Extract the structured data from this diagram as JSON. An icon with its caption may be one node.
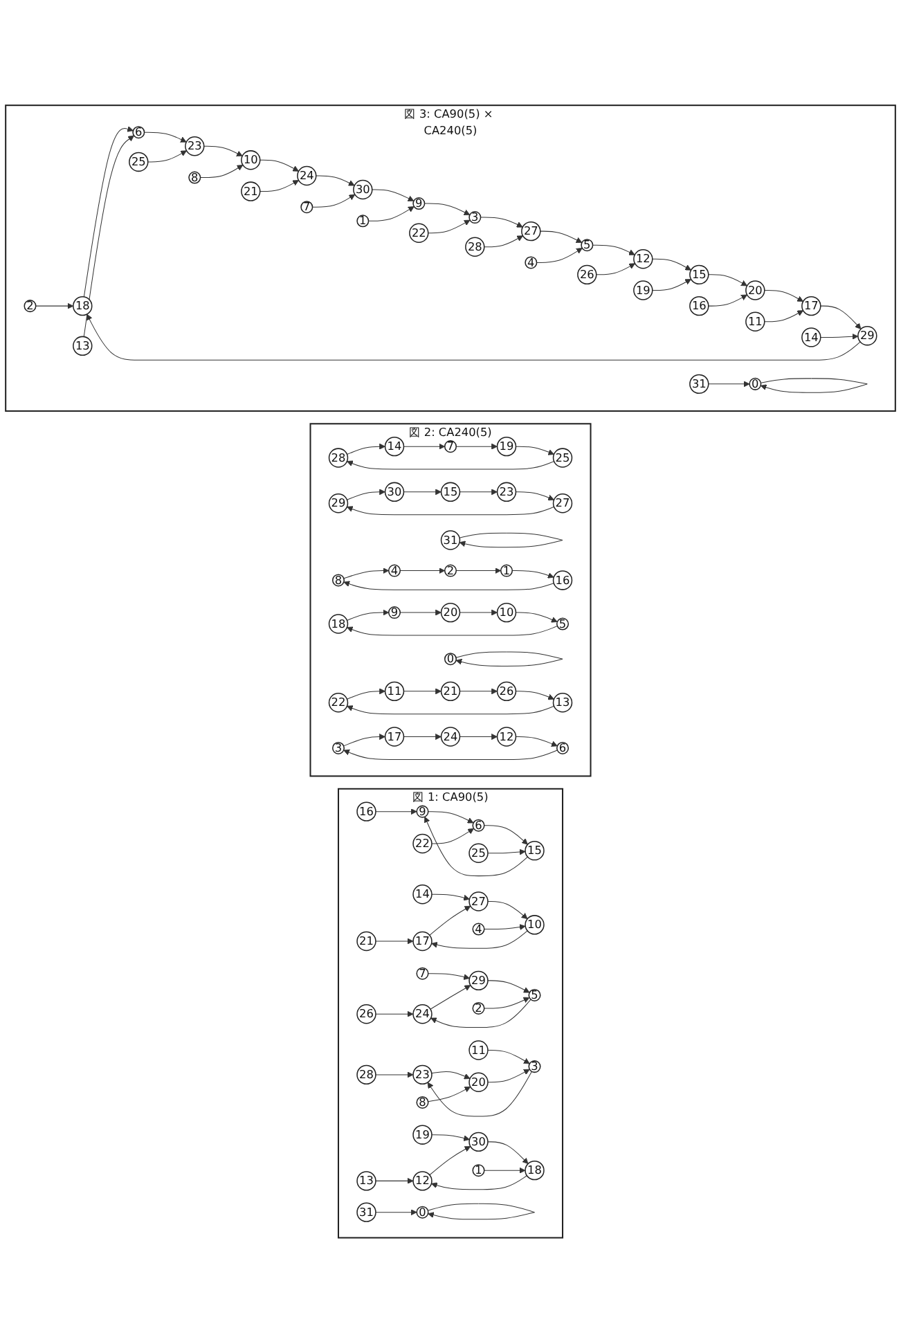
{
  "diagram": {
    "nodes": [
      {
        "text": [
          "図 1: CA90(5)"
        ]
      },
      {
        "text": [
          "16"
        ],
        "in": 0
      },
      {
        "text": [
          "9"
        ],
        "in": 0
      },
      {
        "text": [
          "15"
        ],
        "in": 0
      },
      {
        "text": [
          "6"
        ],
        "in": 0
      },
      {
        "text": [
          "25"
        ],
        "in": 0
      },
      {
        "text": [
          "22"
        ],
        "in": 0
      },
      {
        "text": [
          "21"
        ],
        "in": 0
      },
      {
        "text": [
          "14"
        ],
        "in": 0
      },
      {
        "text": [
          "17"
        ],
        "in": 0
      },
      {
        "text": [
          "27"
        ],
        "in": 0
      },
      {
        "text": [
          "10"
        ],
        "in": 0
      },
      {
        "text": [
          "4"
        ],
        "in": 0
      },
      {
        "text": [
          "26"
        ],
        "in": 0
      },
      {
        "text": [
          "7"
        ],
        "in": 0
      },
      {
        "text": [
          "24"
        ],
        "in": 0
      },
      {
        "text": [
          "29"
        ],
        "in": 0
      },
      {
        "text": [
          "5"
        ],
        "in": 0
      },
      {
        "text": [
          "2"
        ],
        "in": 0
      },
      {
        "text": [
          "28"
        ],
        "in": 0
      },
      {
        "text": [
          "11"
        ],
        "in": 0
      },
      {
        "text": [
          "23"
        ],
        "in": 0
      },
      {
        "text": [
          "3"
        ],
        "in": 0
      },
      {
        "text": [
          "20"
        ],
        "in": 0
      },
      {
        "text": [
          "8"
        ],
        "in": 0
      },
      {
        "text": [
          "13"
        ],
        "in": 0
      },
      {
        "text": [
          "19"
        ],
        "in": 0
      },
      {
        "text": [
          "12"
        ],
        "in": 0
      },
      {
        "text": [
          "30"
        ],
        "in": 0
      },
      {
        "text": [
          "18"
        ],
        "in": 0
      },
      {
        "text": [
          "1"
        ],
        "in": 0
      },
      {
        "text": [
          "31"
        ],
        "in": 0
      },
      {
        "text": [
          "0"
        ],
        "in": 0
      },
      {
        "text": [
          "図 2: CA240(5)"
        ]
      },
      {
        "text": [
          "28"
        ],
        "in": 33
      },
      {
        "text": [
          "25"
        ],
        "in": 33
      },
      {
        "text": [
          "14"
        ],
        "in": 33
      },
      {
        "text": [
          "19"
        ],
        "in": 33
      },
      {
        "text": [
          "7"
        ],
        "in": 33
      },
      {
        "text": [
          "29"
        ],
        "in": 33
      },
      {
        "text": [
          "30"
        ],
        "in": 33
      },
      {
        "text": [
          "27"
        ],
        "in": 33
      },
      {
        "text": [
          "15"
        ],
        "in": 33
      },
      {
        "text": [
          "23"
        ],
        "in": 33
      },
      {
        "text": [
          "31"
        ],
        "in": 33
      },
      {
        "text": [
          "8"
        ],
        "in": 33
      },
      {
        "text": [
          "16"
        ],
        "in": 33
      },
      {
        "text": [
          "4"
        ],
        "in": 33
      },
      {
        "text": [
          "1"
        ],
        "in": 33
      },
      {
        "text": [
          "2"
        ],
        "in": 33
      },
      {
        "text": [
          "18"
        ],
        "in": 33
      },
      {
        "text": [
          "9"
        ],
        "in": 33
      },
      {
        "text": [
          "5"
        ],
        "in": 33
      },
      {
        "text": [
          "20"
        ],
        "in": 33
      },
      {
        "text": [
          "10"
        ],
        "in": 33
      },
      {
        "text": [
          "0"
        ],
        "in": 33
      },
      {
        "text": [
          "22"
        ],
        "in": 33
      },
      {
        "text": [
          "13"
        ],
        "in": 33
      },
      {
        "text": [
          "11"
        ],
        "in": 33
      },
      {
        "text": [
          "26"
        ],
        "in": 33
      },
      {
        "text": [
          "21"
        ],
        "in": 33
      },
      {
        "text": [
          "3"
        ],
        "in": 33
      },
      {
        "text": [
          "6"
        ],
        "in": 33
      },
      {
        "text": [
          "17"
        ],
        "in": 33
      },
      {
        "text": [
          "12"
        ],
        "in": 33
      },
      {
        "text": [
          "24"
        ],
        "in": 33
      },
      {
        "text": [
          "図 3: CA90(5) × CA240(5)"
        ]
      },
      {
        "text": [
          "18"
        ],
        "in": 66
      },
      {
        "text": [
          "6"
        ],
        "in": 66
      },
      {
        "text": [
          "23"
        ],
        "in": 66
      },
      {
        "text": [
          "10"
        ],
        "in": 66
      },
      {
        "text": [
          "24"
        ],
        "in": 66
      },
      {
        "text": [
          "30"
        ],
        "in": 66
      },
      {
        "text": [
          "9"
        ],
        "in": 66
      },
      {
        "text": [
          "3"
        ],
        "in": 66
      },
      {
        "text": [
          "27"
        ],
        "in": 66
      },
      {
        "text": [
          "5"
        ],
        "in": 66
      },
      {
        "text": [
          "12"
        ],
        "in": 66
      },
      {
        "text": [
          "15"
        ],
        "in": 66
      },
      {
        "text": [
          "20"
        ],
        "in": 66
      },
      {
        "text": [
          "17"
        ],
        "in": 66
      },
      {
        "text": [
          "29"
        ],
        "in": 66
      },
      {
        "text": [
          "2"
        ],
        "in": 66
      },
      {
        "text": [
          "13"
        ],
        "in": 66
      },
      {
        "text": [
          "25"
        ],
        "in": 66
      },
      {
        "text": [
          "8"
        ],
        "in": 66
      },
      {
        "text": [
          "21"
        ],
        "in": 66
      },
      {
        "text": [
          "7"
        ],
        "in": 66
      },
      {
        "text": [
          "1"
        ],
        "in": 66
      },
      {
        "text": [
          "22"
        ],
        "in": 66
      },
      {
        "text": [
          "28"
        ],
        "in": 66
      },
      {
        "text": [
          "4"
        ],
        "in": 66
      },
      {
        "text": [
          "26"
        ],
        "in": 66
      },
      {
        "text": [
          "19"
        ],
        "in": 66
      },
      {
        "text": [
          "16"
        ],
        "in": 66
      },
      {
        "text": [
          "11"
        ],
        "in": 66
      },
      {
        "text": [
          "14"
        ],
        "in": 66
      },
      {
        "text": [
          "31"
        ],
        "in": 66
      },
      {
        "text": [
          "0"
        ],
        "in": 66
      }
    ],
    "edges": [
      {
        "from": 1,
        "to": 2,
        "arrow": "to"
      },
      {
        "from": 2,
        "to": 4,
        "arrow": "to"
      },
      {
        "from": 4,
        "to": 3,
        "arrow": "to"
      },
      {
        "from": 3,
        "to": 2,
        "arrow": "to"
      },
      {
        "from": 5,
        "to": 3,
        "arrow": "to"
      },
      {
        "from": 6,
        "to": 4,
        "arrow": "to"
      },
      {
        "from": 7,
        "to": 9,
        "arrow": "to"
      },
      {
        "from": 8,
        "to": 10,
        "arrow": "to"
      },
      {
        "from": 9,
        "to": 10,
        "arrow": "to"
      },
      {
        "from": 10,
        "to": 11,
        "arrow": "to"
      },
      {
        "from": 11,
        "to": 9,
        "arrow": "to"
      },
      {
        "from": 12,
        "to": 11,
        "arrow": "to"
      },
      {
        "from": 13,
        "to": 15,
        "arrow": "to"
      },
      {
        "from": 14,
        "to": 16,
        "arrow": "to"
      },
      {
        "from": 15,
        "to": 16,
        "arrow": "to"
      },
      {
        "from": 16,
        "to": 17,
        "arrow": "to"
      },
      {
        "from": 17,
        "to": 15,
        "arrow": "to"
      },
      {
        "from": 18,
        "to": 17,
        "arrow": "to"
      },
      {
        "from": 19,
        "to": 21,
        "arrow": "to"
      },
      {
        "from": 20,
        "to": 22,
        "arrow": "to"
      },
      {
        "from": 22,
        "to": 21,
        "arrow": "to"
      },
      {
        "from": 21,
        "to": 23,
        "arrow": "to"
      },
      {
        "from": 23,
        "to": 22,
        "arrow": "to"
      },
      {
        "from": 24,
        "to": 23,
        "arrow": "to"
      },
      {
        "from": 25,
        "to": 27,
        "arrow": "to"
      },
      {
        "from": 26,
        "to": 28,
        "arrow": "to"
      },
      {
        "from": 27,
        "to": 28,
        "arrow": "to"
      },
      {
        "from": 28,
        "to": 29,
        "arrow": "to"
      },
      {
        "from": 29,
        "to": 27,
        "arrow": "to"
      },
      {
        "from": 30,
        "to": 29,
        "arrow": "to"
      },
      {
        "from": 31,
        "to": 32,
        "arrow": "to"
      },
      {
        "from": 32,
        "to": 32,
        "arrow": "to"
      },
      {
        "from": 36,
        "to": 38,
        "arrow": "to"
      },
      {
        "from": 38,
        "to": 37,
        "arrow": "to"
      },
      {
        "from": 37,
        "to": 35,
        "arrow": "to"
      },
      {
        "from": 35,
        "to": 34,
        "arrow": "to"
      },
      {
        "from": 34,
        "to": 36,
        "arrow": "to"
      },
      {
        "from": 39,
        "to": 40,
        "arrow": "to"
      },
      {
        "from": 40,
        "to": 42,
        "arrow": "to"
      },
      {
        "from": 42,
        "to": 43,
        "arrow": "to"
      },
      {
        "from": 43,
        "to": 41,
        "arrow": "to"
      },
      {
        "from": 41,
        "to": 39,
        "arrow": "to"
      },
      {
        "from": 44,
        "to": 44,
        "arrow": "to"
      },
      {
        "from": 45,
        "to": 47,
        "arrow": "to"
      },
      {
        "from": 47,
        "to": 49,
        "arrow": "to"
      },
      {
        "from": 49,
        "to": 48,
        "arrow": "to"
      },
      {
        "from": 48,
        "to": 46,
        "arrow": "to"
      },
      {
        "from": 46,
        "to": 45,
        "arrow": "to"
      },
      {
        "from": 50,
        "to": 51,
        "arrow": "to"
      },
      {
        "from": 51,
        "to": 53,
        "arrow": "to"
      },
      {
        "from": 53,
        "to": 54,
        "arrow": "to"
      },
      {
        "from": 54,
        "to": 52,
        "arrow": "to"
      },
      {
        "from": 52,
        "to": 50,
        "arrow": "to"
      },
      {
        "from": 55,
        "to": 55,
        "arrow": "to"
      },
      {
        "from": 56,
        "to": 58,
        "arrow": "to"
      },
      {
        "from": 58,
        "to": 60,
        "arrow": "to"
      },
      {
        "from": 60,
        "to": 59,
        "arrow": "to"
      },
      {
        "from": 59,
        "to": 57,
        "arrow": "to"
      },
      {
        "from": 57,
        "to": 56,
        "arrow": "to"
      },
      {
        "from": 61,
        "to": 63,
        "arrow": "to"
      },
      {
        "from": 63,
        "to": 65,
        "arrow": "to"
      },
      {
        "from": 65,
        "to": 64,
        "arrow": "to"
      },
      {
        "from": 64,
        "to": 62,
        "arrow": "to"
      },
      {
        "from": 62,
        "to": 61,
        "arrow": "to"
      },
      {
        "from": 67,
        "to": 68,
        "arrow": "to"
      },
      {
        "from": 68,
        "to": 69,
        "arrow": "to"
      },
      {
        "from": 69,
        "to": 70,
        "arrow": "to"
      },
      {
        "from": 70,
        "to": 71,
        "arrow": "to"
      },
      {
        "from": 71,
        "to": 72,
        "arrow": "to"
      },
      {
        "from": 72,
        "to": 73,
        "arrow": "to"
      },
      {
        "from": 73,
        "to": 74,
        "arrow": "to"
      },
      {
        "from": 74,
        "to": 75,
        "arrow": "to"
      },
      {
        "from": 75,
        "to": 76,
        "arrow": "to"
      },
      {
        "from": 76,
        "to": 77,
        "arrow": "to"
      },
      {
        "from": 77,
        "to": 78,
        "arrow": "to"
      },
      {
        "from": 78,
        "to": 79,
        "arrow": "to"
      },
      {
        "from": 79,
        "to": 80,
        "arrow": "to"
      },
      {
        "from": 80,
        "to": 81,
        "arrow": "to"
      },
      {
        "from": 81,
        "to": 67,
        "arrow": "to"
      },
      {
        "from": 82,
        "to": 67,
        "arrow": "to"
      },
      {
        "from": 83,
        "to": 68,
        "arrow": "to"
      },
      {
        "from": 84,
        "to": 69,
        "arrow": "to"
      },
      {
        "from": 85,
        "to": 70,
        "arrow": "to"
      },
      {
        "from": 86,
        "to": 71,
        "arrow": "to"
      },
      {
        "from": 87,
        "to": 72,
        "arrow": "to"
      },
      {
        "from": 88,
        "to": 73,
        "arrow": "to"
      },
      {
        "from": 89,
        "to": 74,
        "arrow": "to"
      },
      {
        "from": 90,
        "to": 75,
        "arrow": "to"
      },
      {
        "from": 91,
        "to": 76,
        "arrow": "to"
      },
      {
        "from": 92,
        "to": 77,
        "arrow": "to"
      },
      {
        "from": 93,
        "to": 78,
        "arrow": "to"
      },
      {
        "from": 94,
        "to": 79,
        "arrow": "to"
      },
      {
        "from": 95,
        "to": 80,
        "arrow": "to"
      },
      {
        "from": 96,
        "to": 81,
        "arrow": "to"
      },
      {
        "from": 97,
        "to": 98,
        "arrow": "to"
      },
      {
        "from": 98,
        "to": 98,
        "arrow": "to"
      }
    ]
  }
}
